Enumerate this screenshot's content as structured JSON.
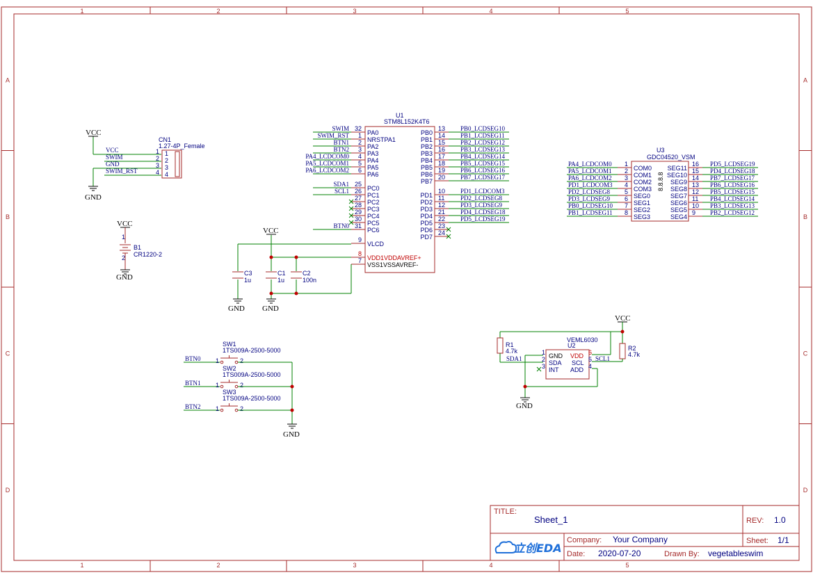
{
  "frame": {
    "columns": [
      "1",
      "2",
      "3",
      "4",
      "5"
    ],
    "rows": [
      "A",
      "B",
      "C",
      "D"
    ]
  },
  "title_block": {
    "title_label": "TITLE:",
    "title": "Sheet_1",
    "rev_label": "REV:",
    "rev": "1.0",
    "company_label": "Company:",
    "company": "Your Company",
    "sheet_label": "Sheet:",
    "sheet": "1/1",
    "date_label": "Date:",
    "date": "2020-07-20",
    "drawn_by_label": "Drawn By:",
    "drawn_by": "vegetableswim",
    "logo": "立创EDA"
  },
  "power": {
    "vcc": "VCC",
    "gnd": "GND"
  },
  "cn1": {
    "designator": "CN1",
    "value": "1.27-4P_Female",
    "nets": [
      "VCC",
      "SWIM",
      "GND",
      "SWIM_RST"
    ],
    "pins": [
      "1",
      "2",
      "3",
      "4"
    ]
  },
  "b1": {
    "designator": "B1",
    "value": "CR1220-2",
    "pin_top": "1",
    "pin_bottom": "2"
  },
  "u1": {
    "designator": "U1",
    "value": "STM8L152K4T6",
    "left_pins": [
      {
        "num": "32",
        "name": "PA0",
        "net": "SWIM"
      },
      {
        "num": "1",
        "name": "NRSTPA1",
        "net": "SWIM_RST"
      },
      {
        "num": "2",
        "name": "PA2",
        "net": "BTN1"
      },
      {
        "num": "3",
        "name": "PA3",
        "net": "BTN2"
      },
      {
        "num": "4",
        "name": "PA4",
        "net": "PA4_LCDCOM0"
      },
      {
        "num": "5",
        "name": "PA5",
        "net": "PA5_LCDCOM1"
      },
      {
        "num": "6",
        "name": "PA6",
        "net": "PA6_LCDCOM2"
      },
      {
        "num": "25",
        "name": "PC0",
        "net": "SDA1"
      },
      {
        "num": "26",
        "name": "PC1",
        "net": "SCL1"
      },
      {
        "num": "27",
        "name": "PC2",
        "net": ""
      },
      {
        "num": "28",
        "name": "PC3",
        "net": ""
      },
      {
        "num": "29",
        "name": "PC4",
        "net": ""
      },
      {
        "num": "30",
        "name": "PC5",
        "net": ""
      },
      {
        "num": "31",
        "name": "PC6",
        "net": "BTN0"
      },
      {
        "num": "9",
        "name": "VLCD",
        "net": ""
      },
      {
        "num": "8",
        "name": "VDD1VDDAVREF+",
        "net": ""
      },
      {
        "num": "7",
        "name": "VSS1VSSAVREF-",
        "net": ""
      }
    ],
    "right_pins": [
      {
        "num": "13",
        "name": "PB0",
        "net": "PB0_LCDSEG10"
      },
      {
        "num": "14",
        "name": "PB1",
        "net": "PB1_LCDSEG11"
      },
      {
        "num": "15",
        "name": "PB2",
        "net": "PB2_LCDSEG12"
      },
      {
        "num": "16",
        "name": "PB3",
        "net": "PB3_LCDSEG13"
      },
      {
        "num": "17",
        "name": "PB4",
        "net": "PB4_LCDSEG14"
      },
      {
        "num": "18",
        "name": "PB5",
        "net": "PB5_LCDSEG15"
      },
      {
        "num": "19",
        "name": "PB6",
        "net": "PB6_LCDSEG16"
      },
      {
        "num": "20",
        "name": "PB7",
        "net": "PB7_LCDSEG17"
      },
      {
        "num": "10",
        "name": "PD1",
        "net": "PD1_LCDCOM3"
      },
      {
        "num": "11",
        "name": "PD2",
        "net": "PD2_LCDSEG8"
      },
      {
        "num": "12",
        "name": "PD3",
        "net": "PD3_LCDSEG9"
      },
      {
        "num": "21",
        "name": "PD4",
        "net": "PD4_LCDSEG18"
      },
      {
        "num": "22",
        "name": "PD5",
        "net": "PD5_LCDSEG19"
      },
      {
        "num": "23",
        "name": "PD6",
        "net": ""
      },
      {
        "num": "24",
        "name": "PD7",
        "net": ""
      }
    ]
  },
  "caps": [
    {
      "designator": "C3",
      "value": "1u"
    },
    {
      "designator": "C1",
      "value": "1u"
    },
    {
      "designator": "C2",
      "value": "100n"
    }
  ],
  "u3": {
    "designator": "U3",
    "value": "GDC04520_VSM",
    "digits": "8.8.8.8",
    "left_pins": [
      {
        "num": "1",
        "name": "COM0",
        "net": "PA4_LCDCOM0"
      },
      {
        "num": "2",
        "name": "COM1",
        "net": "PA5_LCDCOM1"
      },
      {
        "num": "3",
        "name": "COM2",
        "net": "PA6_LCDCOM2"
      },
      {
        "num": "4",
        "name": "COM3",
        "net": "PD1_LCDCOM3"
      },
      {
        "num": "5",
        "name": "SEG0",
        "net": "PD2_LCDSEG8"
      },
      {
        "num": "6",
        "name": "SEG1",
        "net": "PD3_LCDSEG9"
      },
      {
        "num": "7",
        "name": "SEG2",
        "net": "PB0_LCDSEG10"
      },
      {
        "num": "8",
        "name": "SEG3",
        "net": "PB1_LCDSEG11"
      }
    ],
    "right_pins": [
      {
        "num": "16",
        "name": "SEG11",
        "net": "PD5_LCDSEG19"
      },
      {
        "num": "15",
        "name": "SEG10",
        "net": "PD4_LCDSEG18"
      },
      {
        "num": "14",
        "name": "SEG9",
        "net": "PB7_LCDSEG17"
      },
      {
        "num": "13",
        "name": "SEG8",
        "net": "PB6_LCDSEG16"
      },
      {
        "num": "12",
        "name": "SEG7",
        "net": "PB5_LCDSEG15"
      },
      {
        "num": "11",
        "name": "SEG6",
        "net": "PB4_LCDSEG14"
      },
      {
        "num": "10",
        "name": "SEG5",
        "net": "PB3_LCDSEG13"
      },
      {
        "num": "9",
        "name": "SEG4",
        "net": "PB2_LCDSEG12"
      }
    ]
  },
  "switches": [
    {
      "designator": "SW1",
      "value": "1TS009A-2500-5000",
      "net": "BTN0"
    },
    {
      "designator": "SW2",
      "value": "1TS009A-2500-5000",
      "net": "BTN1"
    },
    {
      "designator": "SW3",
      "value": "1TS009A-2500-5000",
      "net": "BTN2"
    }
  ],
  "switch_pins": [
    "1",
    "2"
  ],
  "u2": {
    "designator": "U2",
    "value": "VEML6030",
    "pins_left": [
      {
        "num": "1",
        "name": "GND"
      },
      {
        "num": "2",
        "name": "SDA"
      },
      {
        "num": "3",
        "name": "INT"
      }
    ],
    "pins_right": [
      {
        "num": "6",
        "name": "VDD"
      },
      {
        "num": "5",
        "name": "SCL"
      },
      {
        "num": "4",
        "name": "ADD"
      }
    ],
    "sda_net": "SDA1",
    "scl_net": "SCL1"
  },
  "resistors": [
    {
      "designator": "R1",
      "value": "4.7k"
    },
    {
      "designator": "R2",
      "value": "4.7k"
    }
  ]
}
